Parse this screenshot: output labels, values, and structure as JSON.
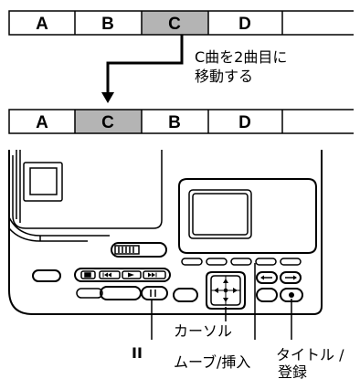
{
  "before_row": {
    "tracks": [
      {
        "label": "A",
        "highlighted": false
      },
      {
        "label": "B",
        "highlighted": false
      },
      {
        "label": "C",
        "highlighted": true
      },
      {
        "label": "D",
        "highlighted": false
      },
      {
        "label": "",
        "highlighted": false
      }
    ]
  },
  "move_note": {
    "line1": "C曲を2曲目に",
    "line2": "移動する"
  },
  "after_row": {
    "tracks": [
      {
        "label": "A",
        "highlighted": false
      },
      {
        "label": "C",
        "highlighted": true
      },
      {
        "label": "B",
        "highlighted": false
      },
      {
        "label": "D",
        "highlighted": false
      },
      {
        "label": "",
        "highlighted": false
      }
    ]
  },
  "callouts": {
    "cursor": "カーソル",
    "pause": "II",
    "move_insert": "ムーブ/挿入",
    "title_register_1": "タイトル /",
    "title_register_2": "登録"
  },
  "colors": {
    "highlight": "#b4b4b4",
    "line": "#000000",
    "background": "#ffffff"
  }
}
